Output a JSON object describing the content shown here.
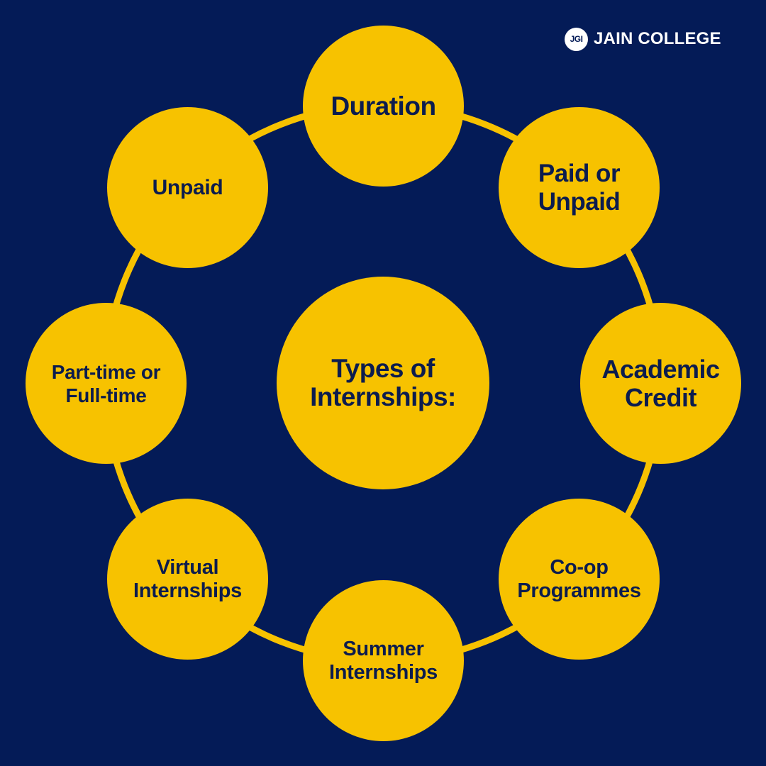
{
  "brand": {
    "mark": "JGI",
    "name": "JAIN COLLEGE"
  },
  "colors": {
    "background": "#041b57",
    "node_fill": "#f7c200",
    "node_text": "#0c1c4e",
    "ring_line": "#f7c200"
  },
  "center": {
    "label": "Types of\nInternships:"
  },
  "nodes": [
    {
      "id": "duration",
      "label": "Duration"
    },
    {
      "id": "paid-or-unpaid",
      "label": "Paid or\nUnpaid"
    },
    {
      "id": "academic-credit",
      "label": "Academic\nCredit"
    },
    {
      "id": "co-op-programmes",
      "label": "Co-op\nProgrammes"
    },
    {
      "id": "summer-internships",
      "label": "Summer\nInternships"
    },
    {
      "id": "virtual-internships",
      "label": "Virtual\nInternships"
    },
    {
      "id": "part-time-or-full-time",
      "label": "Part-time or\nFull-time"
    },
    {
      "id": "unpaid",
      "label": "Unpaid"
    }
  ]
}
